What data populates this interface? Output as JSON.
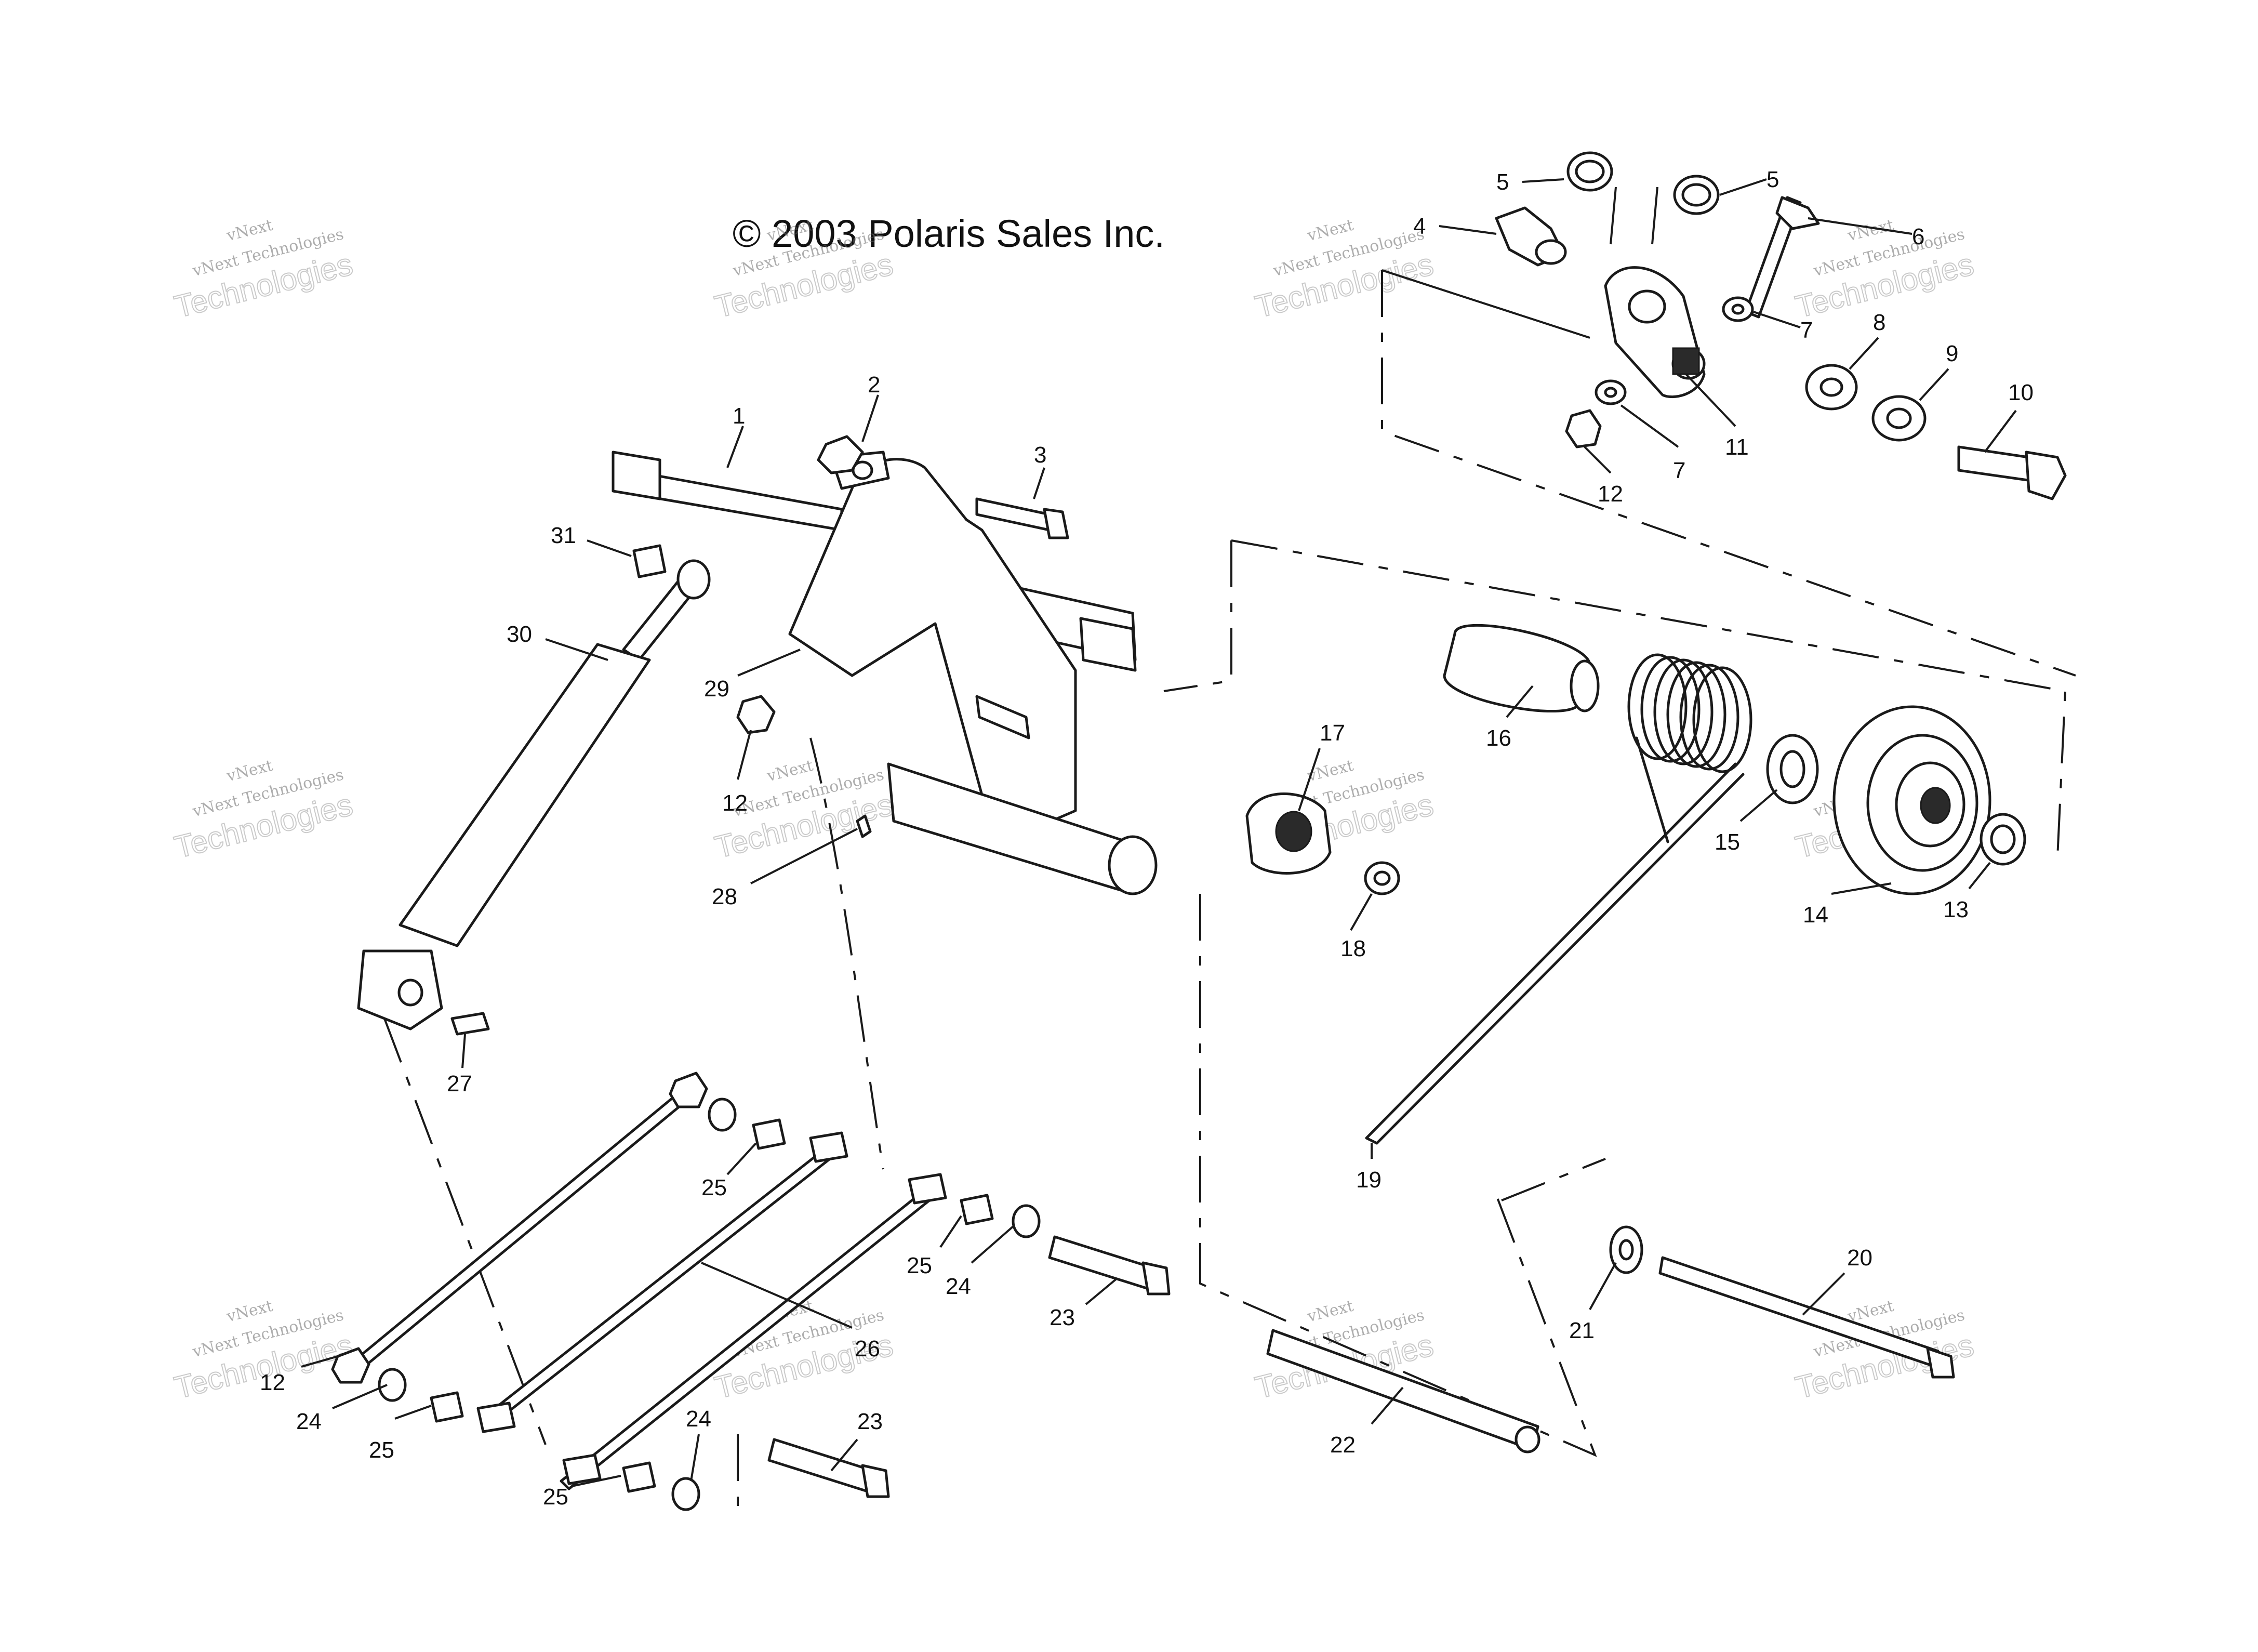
{
  "copyright": "© 2003 Polaris Sales Inc.",
  "watermark": {
    "line1": "vNext",
    "line2": "vNext Technologies",
    "line3": "Technologies"
  },
  "callouts": {
    "c1": "1",
    "c2": "2",
    "c3": "3",
    "c4": "4",
    "c5a": "5",
    "c5b": "5",
    "c6": "6",
    "c7a": "7",
    "c7b": "7",
    "c8": "8",
    "c9": "9",
    "c10": "10",
    "c11": "11",
    "c12a": "12",
    "c12b": "12",
    "c12c": "12",
    "c13": "13",
    "c14": "14",
    "c15": "15",
    "c16": "16",
    "c17": "17",
    "c18": "18",
    "c19": "19",
    "c20": "20",
    "c21": "21",
    "c22": "22",
    "c23a": "23",
    "c23b": "23",
    "c24a": "24",
    "c24b": "24",
    "c24c": "24",
    "c25a": "25",
    "c25b": "25",
    "c25c": "25",
    "c25d": "25",
    "c26": "26",
    "c27": "27",
    "c28": "28",
    "c29": "29",
    "c30": "30",
    "c31": "31"
  }
}
